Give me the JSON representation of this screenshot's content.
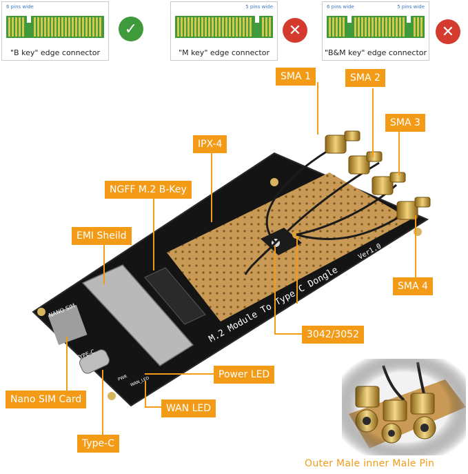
{
  "keys": [
    {
      "caption": "\"B key\" edge connector",
      "pins_right": "6 pins wide",
      "status": "check"
    },
    {
      "caption": "\"M key\" edge connector",
      "pins_right": "5 pins wide",
      "status": "cross"
    },
    {
      "caption": "\"B&M key\" edge connector",
      "pins_left": "6 pins wide",
      "pins_right": "5 pins wide",
      "status": "cross"
    }
  ],
  "labels": {
    "sma1": "SMA 1",
    "sma2": "SMA 2",
    "sma3": "SMA 3",
    "sma4": "SMA 4",
    "ipx4": "IPX-4",
    "ngff": "NGFF M.2 B-Key",
    "emi": "EMI Sheild",
    "size": "3042/3052",
    "power_led": "Power LED",
    "wan_led": "WAN LED",
    "nano_sim": "Nano SIM Card",
    "type_c": "Type-C"
  },
  "board_text": {
    "main": "M.2 Module To Type C Dongle",
    "version": "Ver1.0",
    "nano_sim": "NANO SIM",
    "type_c": "TYPE-C",
    "power": "PWR",
    "wan": "WAN_LED"
  },
  "footer": "Outer Male inner Male Pin",
  "colors": {
    "accent": "#f39b17",
    "check": "#3f9a3c",
    "cross": "#d53a2f",
    "pcb": "#111111",
    "copper": "#c99a55"
  }
}
